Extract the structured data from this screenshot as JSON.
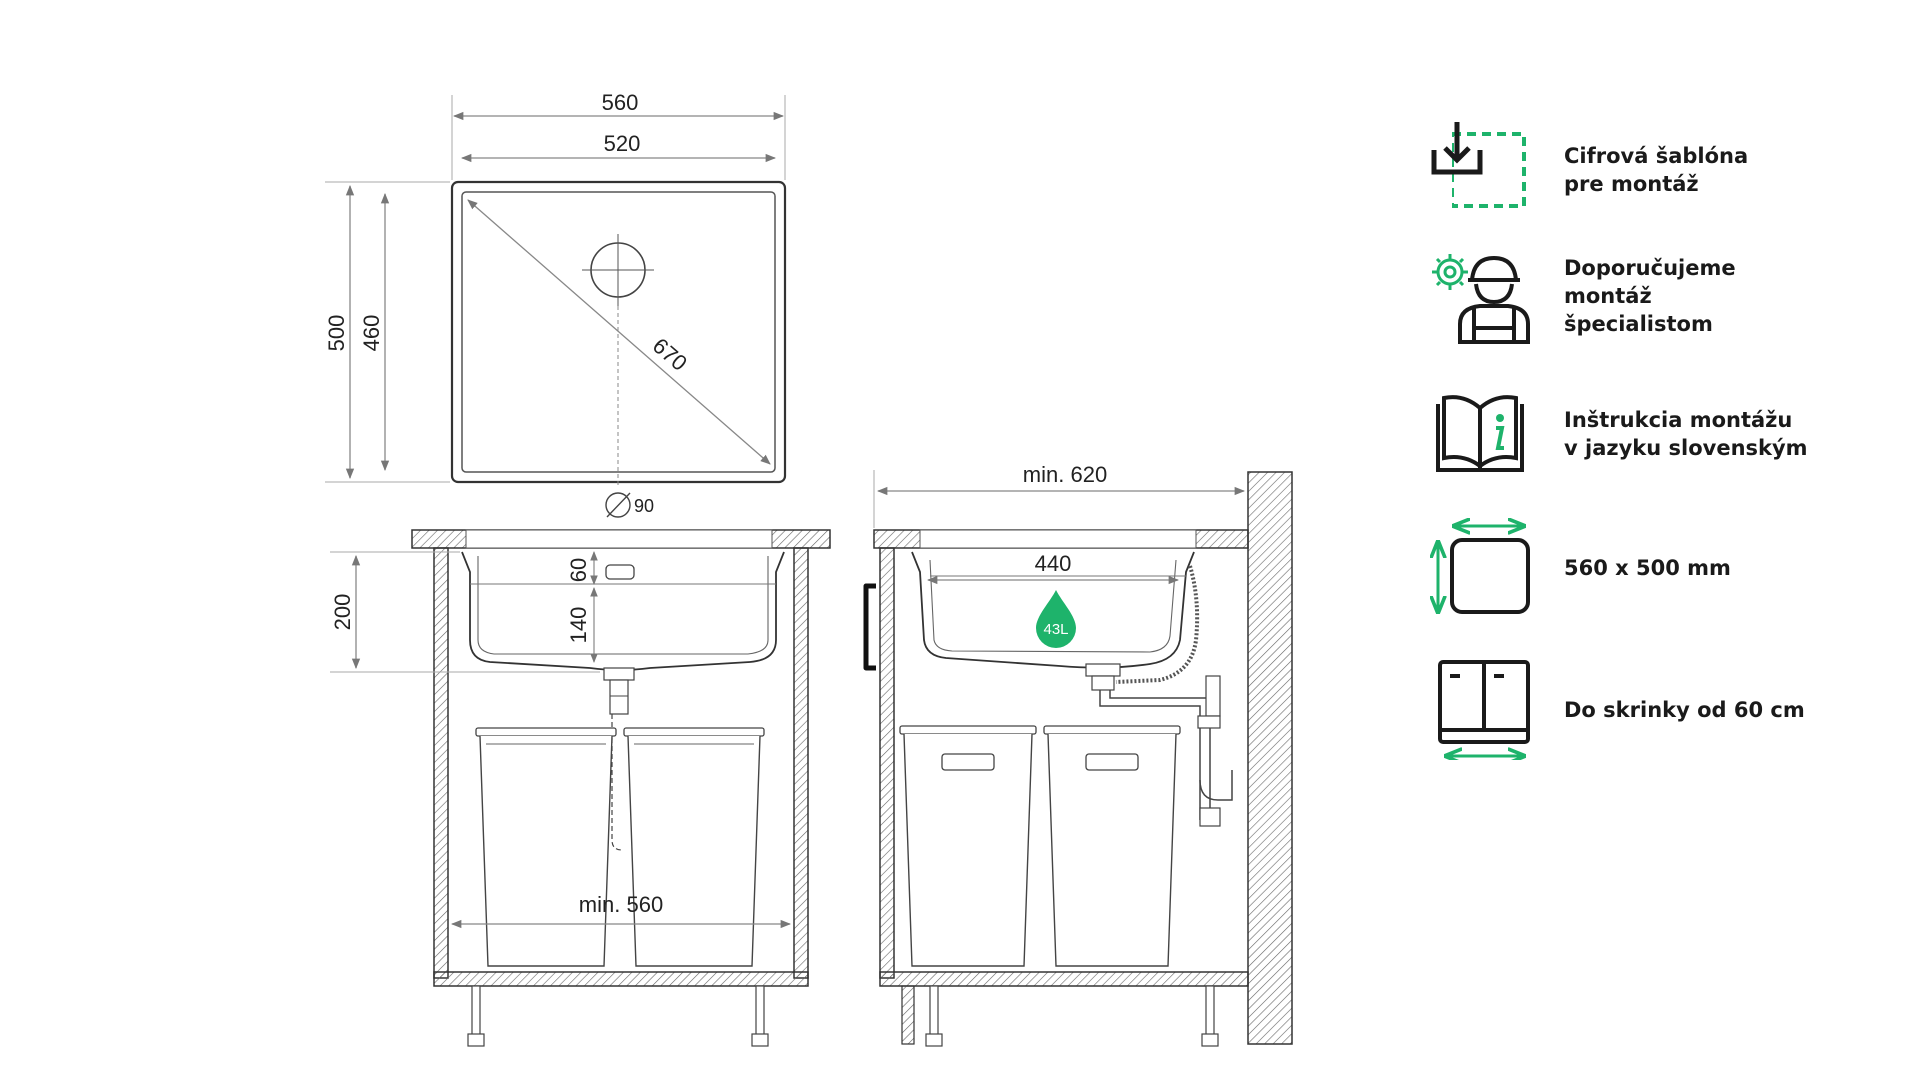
{
  "colors": {
    "accent": "#1eb36b",
    "line": "#555555",
    "dark": "#1a1a1a"
  },
  "top_view": {
    "width_outer": "560",
    "width_inner": "520",
    "height_outer": "500",
    "height_inner": "460",
    "diagonal": "670",
    "drain": "90"
  },
  "front_view": {
    "depth_top": "60",
    "depth_bottom": "140",
    "depth_total": "200",
    "cabinet_min": "min. 560"
  },
  "side_view": {
    "cabinet_depth_min": "min. 620",
    "bowl_width": "440",
    "volume": "43L"
  },
  "features": [
    {
      "icon": "download-template-icon",
      "label": "Cifrová šablóna\npre montáž"
    },
    {
      "icon": "installer-gear-icon",
      "label": "Doporučujeme\nmontáž\nšpecialistom"
    },
    {
      "icon": "instruction-book-icon",
      "label": "Inštrukcia montážu\n v jazyku slovenským"
    },
    {
      "icon": "dimensions-icon",
      "label": "560 x 500 mm"
    },
    {
      "icon": "cabinet-icon",
      "label": "Do skrinky od 60 cm"
    }
  ]
}
